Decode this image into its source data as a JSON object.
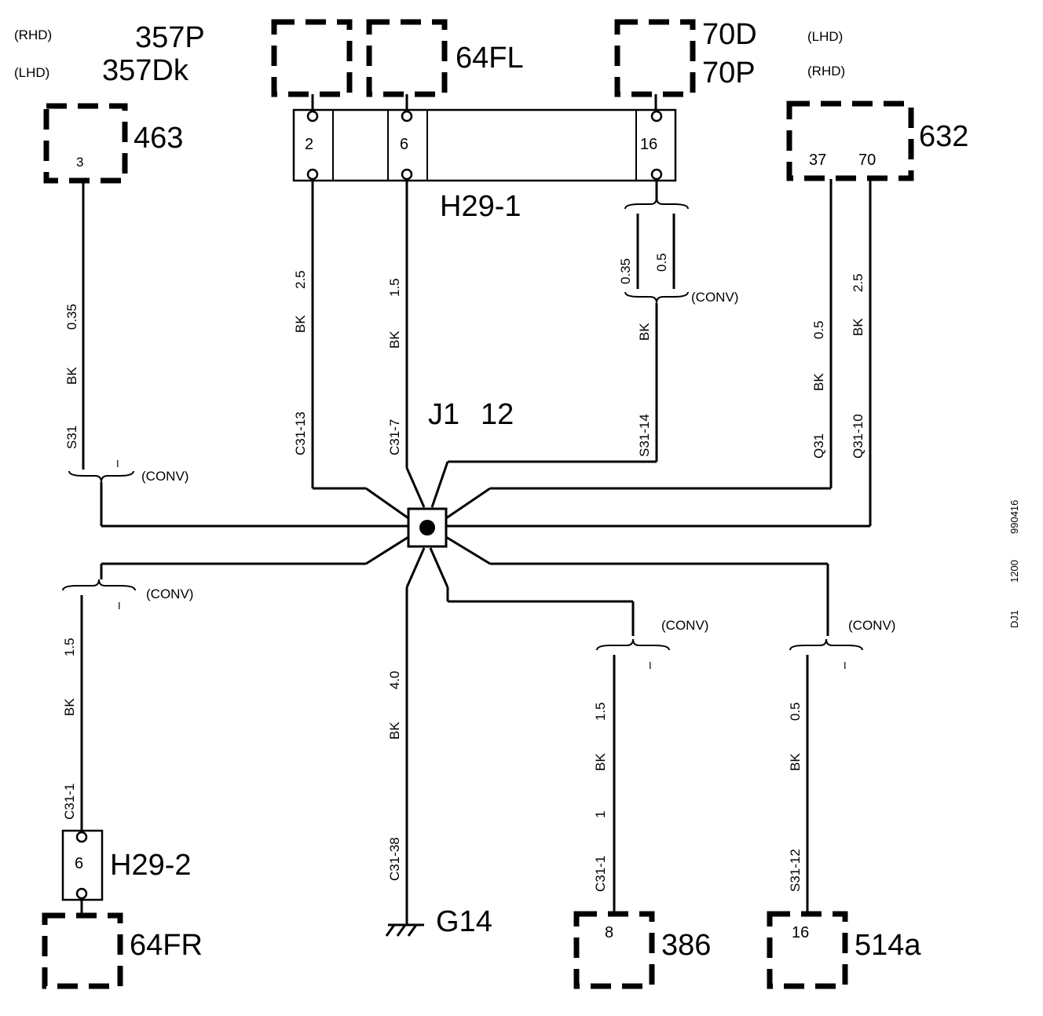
{
  "components": {
    "c357": {
      "rhd_note": "(RHD)",
      "lhd_note": "(LHD)",
      "rhd_id": "357P",
      "lhd_id": "357Dk"
    },
    "c463": {
      "id": "463",
      "pin": "3"
    },
    "h29_1": {
      "id": "H29-1",
      "pins": [
        "2",
        "6",
        "16"
      ]
    },
    "c64fl": {
      "id": "64FL"
    },
    "c70": {
      "id_lhd": "70D",
      "id_rhd": "70P",
      "lhd_note": "(LHD)",
      "rhd_note": "(RHD)"
    },
    "c632": {
      "id": "632",
      "pins": [
        "37",
        "70"
      ]
    },
    "h29_2": {
      "id": "H29-2",
      "pin": "6"
    },
    "c64fr": {
      "id": "64FR"
    },
    "ground": {
      "id": "G14"
    },
    "c386": {
      "id": "386",
      "pin": "8"
    },
    "c514a": {
      "id": "514a",
      "pin": "16"
    },
    "junction": {
      "id": "J1",
      "number": "12"
    }
  },
  "wires": {
    "w463": {
      "size": "0.35",
      "color": "BK",
      "circuit": "S31"
    },
    "w2": {
      "size": "2.5",
      "color": "BK",
      "circuit": "C31-13"
    },
    "w6": {
      "size": "1.5",
      "color": "BK",
      "circuit": "C31-7"
    },
    "w16": {
      "size_a": "0.35",
      "size_b": "0.5",
      "color": "BK",
      "circuit": "S31-14"
    },
    "w37": {
      "size": "0.5",
      "color": "BK",
      "circuit": "Q31"
    },
    "w70": {
      "size": "2.5",
      "color": "BK",
      "circuit": "Q31-10"
    },
    "wh292": {
      "size": "1.5",
      "color": "BK",
      "circuit": "C31-1"
    },
    "wg14": {
      "size": "4.0",
      "color": "BK",
      "circuit": "C31-38"
    },
    "w386": {
      "size": "1.5",
      "color": "BK",
      "pin_note": "1",
      "circuit": "C31-1"
    },
    "w514a": {
      "size": "0.5",
      "color": "BK",
      "circuit": "S31-12"
    }
  },
  "conv_label": "(CONV)",
  "option_mark": "I",
  "side_codes": {
    "code": "990416",
    "date": "1200",
    "author": "DJ1"
  }
}
